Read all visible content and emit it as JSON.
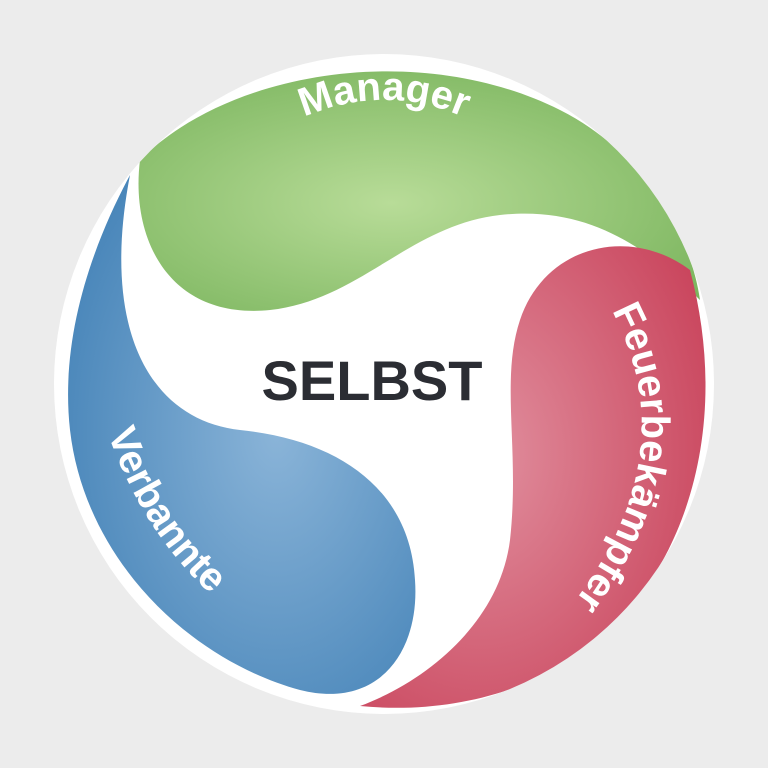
{
  "diagram": {
    "center_label": "SELBST",
    "parts": [
      {
        "id": "manager",
        "label": "Manager",
        "color": "#78b35b",
        "color_light": "#b8dc98"
      },
      {
        "id": "feuerbekaempfer",
        "label": "Feuerbekämpfer",
        "color": "#c9435b",
        "color_light": "#e1909f"
      },
      {
        "id": "verbannte",
        "label": "Verbannte",
        "color": "#3f7fb5",
        "color_light": "#8ab4d8"
      }
    ],
    "background_color": "#ececec"
  }
}
